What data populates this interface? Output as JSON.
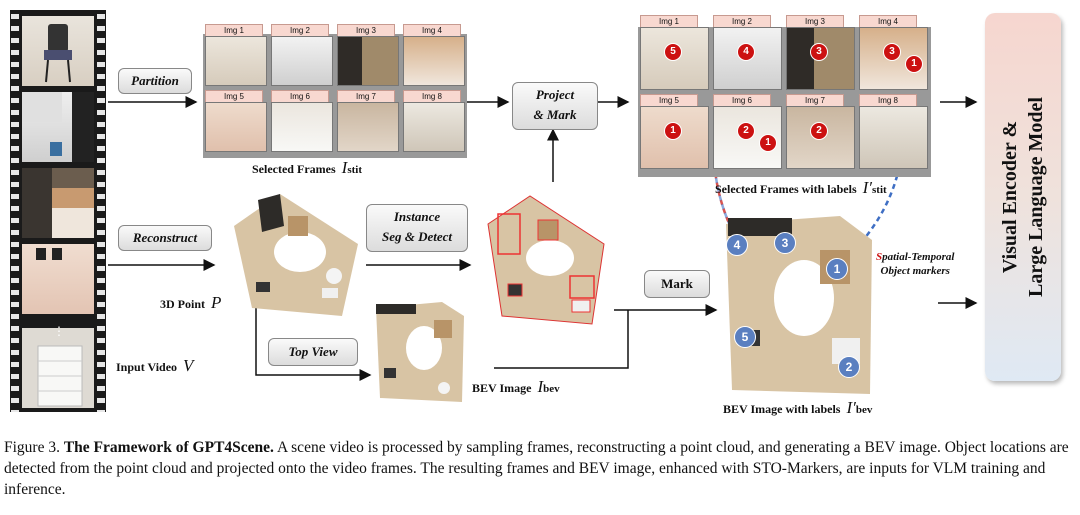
{
  "steps": {
    "partition": "Partition",
    "reconstruct": "Reconstruct",
    "instance_seg": [
      "Instance",
      "Seg & Detect"
    ],
    "project_mark": [
      "Project",
      "& Mark"
    ],
    "top_view": "Top View",
    "mark": "Mark"
  },
  "labels": {
    "selected_frames": "Selected Frames",
    "selected_frames_sym": "I",
    "selected_frames_sub": "stit",
    "selected_frames_labels": "Selected Frames with labels",
    "selected_frames_labels_sym": "I′",
    "selected_frames_labels_sub": "stit",
    "point3d": "3D Point",
    "point3d_sym": "P",
    "input_video": "Input Video",
    "input_video_sym": "V",
    "bev_image": "BEV Image",
    "bev_sym": "I",
    "bev_sub": "bev",
    "bev_labels": "BEV Image with labels",
    "bev_labels_sym": "I′",
    "bev_labels_sub": "bev",
    "sto_line1": "Spatial-Temporal",
    "sto_first_letter": "S",
    "sto_line2": "Object markers"
  },
  "frame_tags": [
    "Img 1",
    "Img 2",
    "Img 3",
    "Img 4",
    "Img 5",
    "Img 6",
    "Img 7",
    "Img 8"
  ],
  "frame_markers": [
    {
      "frame": "Img 1",
      "ids": [
        "5"
      ]
    },
    {
      "frame": "Img 2",
      "ids": [
        "4"
      ]
    },
    {
      "frame": "Img 3",
      "ids": [
        "3"
      ]
    },
    {
      "frame": "Img 4",
      "ids": [
        "3",
        "1"
      ]
    },
    {
      "frame": "Img 5",
      "ids": [
        "1"
      ]
    },
    {
      "frame": "Img 6",
      "ids": [
        "2",
        "1"
      ]
    },
    {
      "frame": "Img 7",
      "ids": [
        "2"
      ]
    }
  ],
  "bev_markers": [
    "4",
    "3",
    "1",
    "5",
    "2"
  ],
  "vlm": {
    "line1": "Visual Encoder  &",
    "line2": "Large Language Model"
  },
  "caption": {
    "fig": "Figure 3.",
    "title": "The Framework of GPT4Scene.",
    "body": " A scene video is processed by sampling frames, reconstructing a point cloud, and generating a BEV image. Object locations are detected from the point cloud and projected onto the video frames. The resulting frames and BEV image, enhanced with STO-Markers, are inputs for VLM training and inference."
  },
  "colors": {
    "red_marker": "#cc1111",
    "blue_marker": "#5a7fc0",
    "arrow_red": "#d9534f",
    "arrow_blue": "#3f6fc4"
  }
}
